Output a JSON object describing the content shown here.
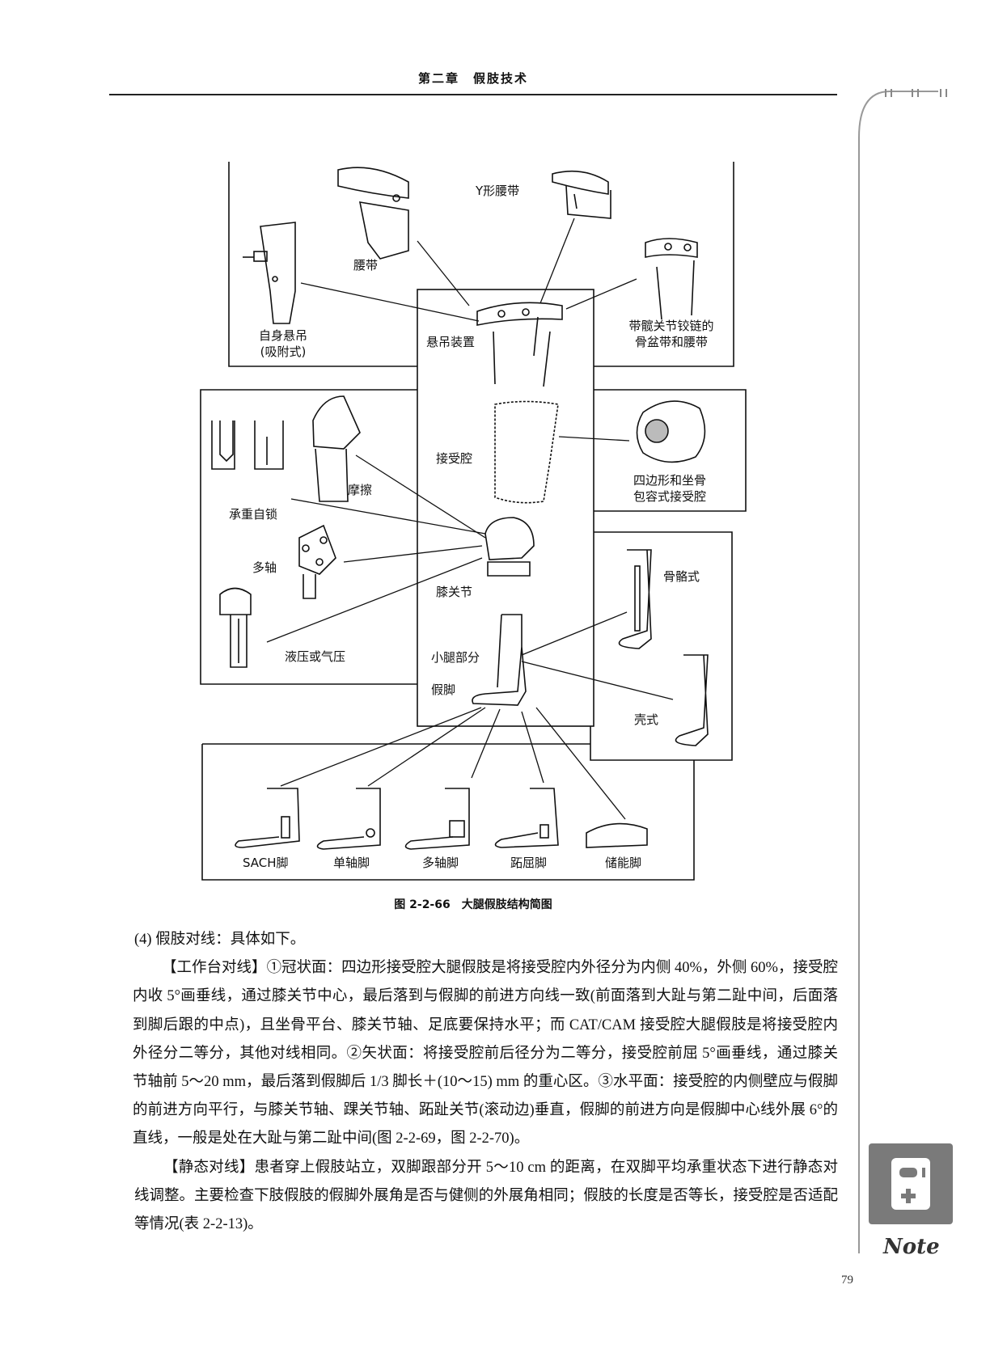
{
  "header": {
    "title": "第二章　假肢技术"
  },
  "figure": {
    "labels": {
      "y_belt": "Y形腰带",
      "waist_belt": "腰带",
      "self_suspension_1": "自身悬吊",
      "self_suspension_2": "(吸附式)",
      "suspension_device": "悬吊装置",
      "pelvic_belt_1": "带髋关节铰链的",
      "pelvic_belt_2": "骨盆带和腰带",
      "socket": "接受腔",
      "friction": "摩擦",
      "weight_lock": "承重自锁",
      "quad_socket_1": "四边形和坐骨",
      "quad_socket_2": "包容式接受腔",
      "polycentric": "多轴",
      "knee_joint": "膝关节",
      "endoskeletal": "骨骼式",
      "hydraulic": "液压或气压",
      "shank": "小腿部分",
      "foot": "假脚",
      "exoskeletal": "壳式",
      "sach_foot": "SACH脚",
      "single_axis_foot": "单轴脚",
      "multi_axis_foot": "多轴脚",
      "toe_flex_foot": "跖屈脚",
      "energy_foot": "储能脚"
    },
    "caption": "图 2-2-66　大腿假肢结构简图"
  },
  "body": {
    "p1": "(4) 假肢对线：具体如下。",
    "p2_head": "【工作台对线】",
    "p2": "①冠状面：四边形接受腔大腿假肢是将接受腔内外径分为内侧 40%，外侧 60%，接受腔内收 5°画垂线，通过膝关节中心，最后落到与假脚的前进方向线一致(前面落到大趾与第二趾中间，后面落到脚后跟的中点)，且坐骨平台、膝关节轴、足底要保持水平；而 CAT/CAM 接受腔大腿假肢是将接受腔内外径分二等分，其他对线相同。②矢状面：将接受腔前后径分为二等分，接受腔前屈 5°画垂线，通过膝关节轴前 5～20 mm，最后落到假脚后 1/3 脚长＋(10～15) mm 的重心区。③水平面：接受腔的内侧壁应与假脚的前进方向平行，与膝关节轴、踝关节轴、跖趾关节(滚动边)垂直，假脚的前进方向是假脚中心线外展 6°的直线，一般是处在大趾与第二趾中间(图 2-2-69，图 2-2-70)。",
    "p3_head": "【静态对线】",
    "p3": "患者穿上假肢站立，双脚跟部分开 5～10 cm 的距离，在双脚平均承重状态下进行静态对线调整。主要检查下肢假肢的假脚外展角是否与健侧的外展角相同；假肢的长度是否等长，接受腔是否适配等情况(表 2-2-13)。"
  },
  "sidebar": {
    "note_label": "Note"
  },
  "page_number": "79"
}
